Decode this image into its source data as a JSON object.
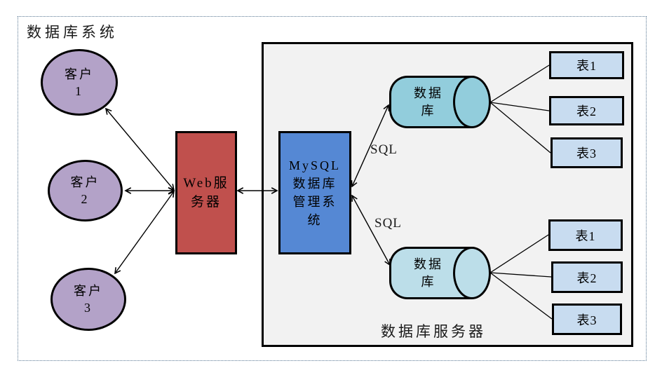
{
  "title": "数据库系统",
  "colors": {
    "boundary_color": "#5A7894",
    "border_color": "#000000",
    "container_fill": "#F2F2F2",
    "client_fill": "#B3A2C8",
    "web_server_fill": "#C0504D",
    "dbms_fill": "#5588D4",
    "cylinder1_fill": "#92CDDC",
    "cylinder2_fill": "#BCDEE9",
    "table_fill": "#C8DCF0"
  },
  "clients": [
    {
      "lines": [
        "客户",
        "1"
      ]
    },
    {
      "lines": [
        "客户",
        "2"
      ]
    },
    {
      "lines": [
        "客户",
        "3"
      ]
    }
  ],
  "web_server": {
    "lines": [
      "Web服",
      "务器"
    ]
  },
  "dbms": {
    "lines": [
      "MySQL",
      "数据库",
      "管理系",
      "统"
    ]
  },
  "sql_labels": [
    "SQL",
    "SQL"
  ],
  "server_box": {
    "label": "数据库服务器"
  },
  "databases": [
    {
      "lines": [
        "数据",
        "库"
      ],
      "tables": [
        "表1",
        "表2",
        "表3"
      ]
    },
    {
      "lines": [
        "数据",
        "库"
      ],
      "tables": [
        "表1",
        "表2",
        "表3"
      ]
    }
  ]
}
